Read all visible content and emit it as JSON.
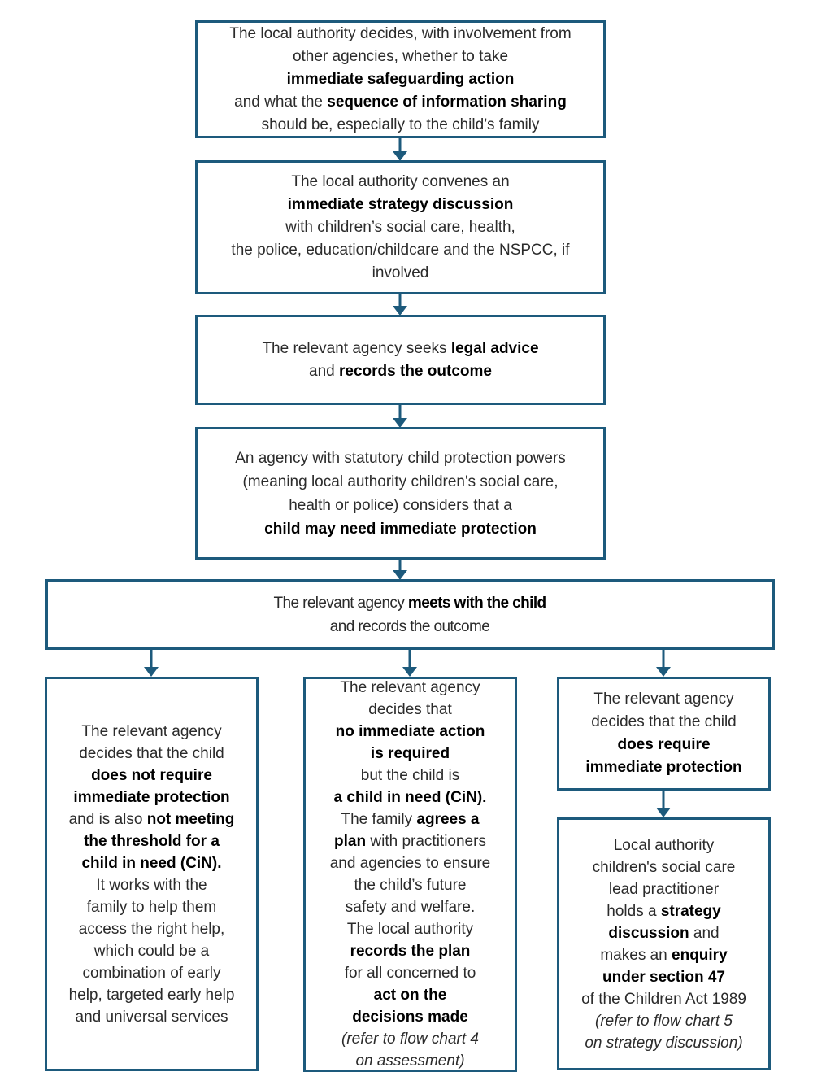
{
  "colors": {
    "line": "#1d5a7c",
    "text": "#2b2b2b",
    "bold_text": "#000000",
    "background": "#ffffff"
  },
  "boxes": {
    "safeguarding_decision": {
      "lines": [
        "The local authority decides, with involvement from",
        "other agencies, whether to take",
        "**immediate safeguarding action**",
        "and what the **sequence of information sharing**",
        "should be, especially to the child’s family"
      ]
    },
    "strategy_discussion_convened": {
      "lines": [
        "The local authority convenes an",
        "**immediate strategy discussion**",
        "with children’s social care, health,",
        "the police, education/childcare and the NSPCC, if",
        "involved"
      ]
    },
    "legal_advice": {
      "lines": [
        "The relevant agency seeks **legal advice**",
        "and **records the outcome**"
      ]
    },
    "may_need_protection": {
      "lines": [
        "An agency with statutory child protection powers",
        "(meaning local authority children's social care,",
        "health or police) considers that a",
        "**child may need immediate protection**"
      ]
    },
    "meets_child": {
      "lines": [
        "The relevant agency **meets with the child**",
        "and records the outcome"
      ]
    },
    "no_protection_not_cin": {
      "lines": [
        "The relevant agency",
        "decides that the child",
        "**does not require**",
        "**immediate protection**",
        "and is also **not meeting**",
        "**the threshold for a**",
        "**child in need (CiN).**",
        "It works with the",
        "family to help them",
        "access the right help,",
        "which could be a",
        "combination of early",
        "help, targeted early help",
        "and universal services"
      ]
    },
    "no_action_cin_plan": {
      "lines": [
        "The relevant agency",
        "decides that",
        "**no immediate action**",
        "**is required**",
        "but the child is",
        "**a child in need (CiN).**",
        "The family **agrees a**",
        "**plan** with practitioners",
        "and agencies to ensure",
        "the child’s future",
        "safety and welfare.",
        "The local authority",
        "**records the plan**",
        "for all concerned to",
        "**act on the**",
        "**decisions made**",
        "*(refer to flow chart 4*",
        "*on assessment)*"
      ]
    },
    "requires_protection": {
      "lines": [
        "The relevant agency",
        "decides that the child",
        "**does require**",
        "**immediate protection**"
      ]
    },
    "section47_enquiry": {
      "lines": [
        "Local authority",
        "children's social care",
        "lead practitioner",
        "holds a **strategy**",
        "**discussion** and",
        "makes an **enquiry**",
        "**under section 47**",
        "of the Children Act 1989",
        "*(refer to flow chart 5*",
        "*on strategy discussion)*"
      ]
    }
  }
}
